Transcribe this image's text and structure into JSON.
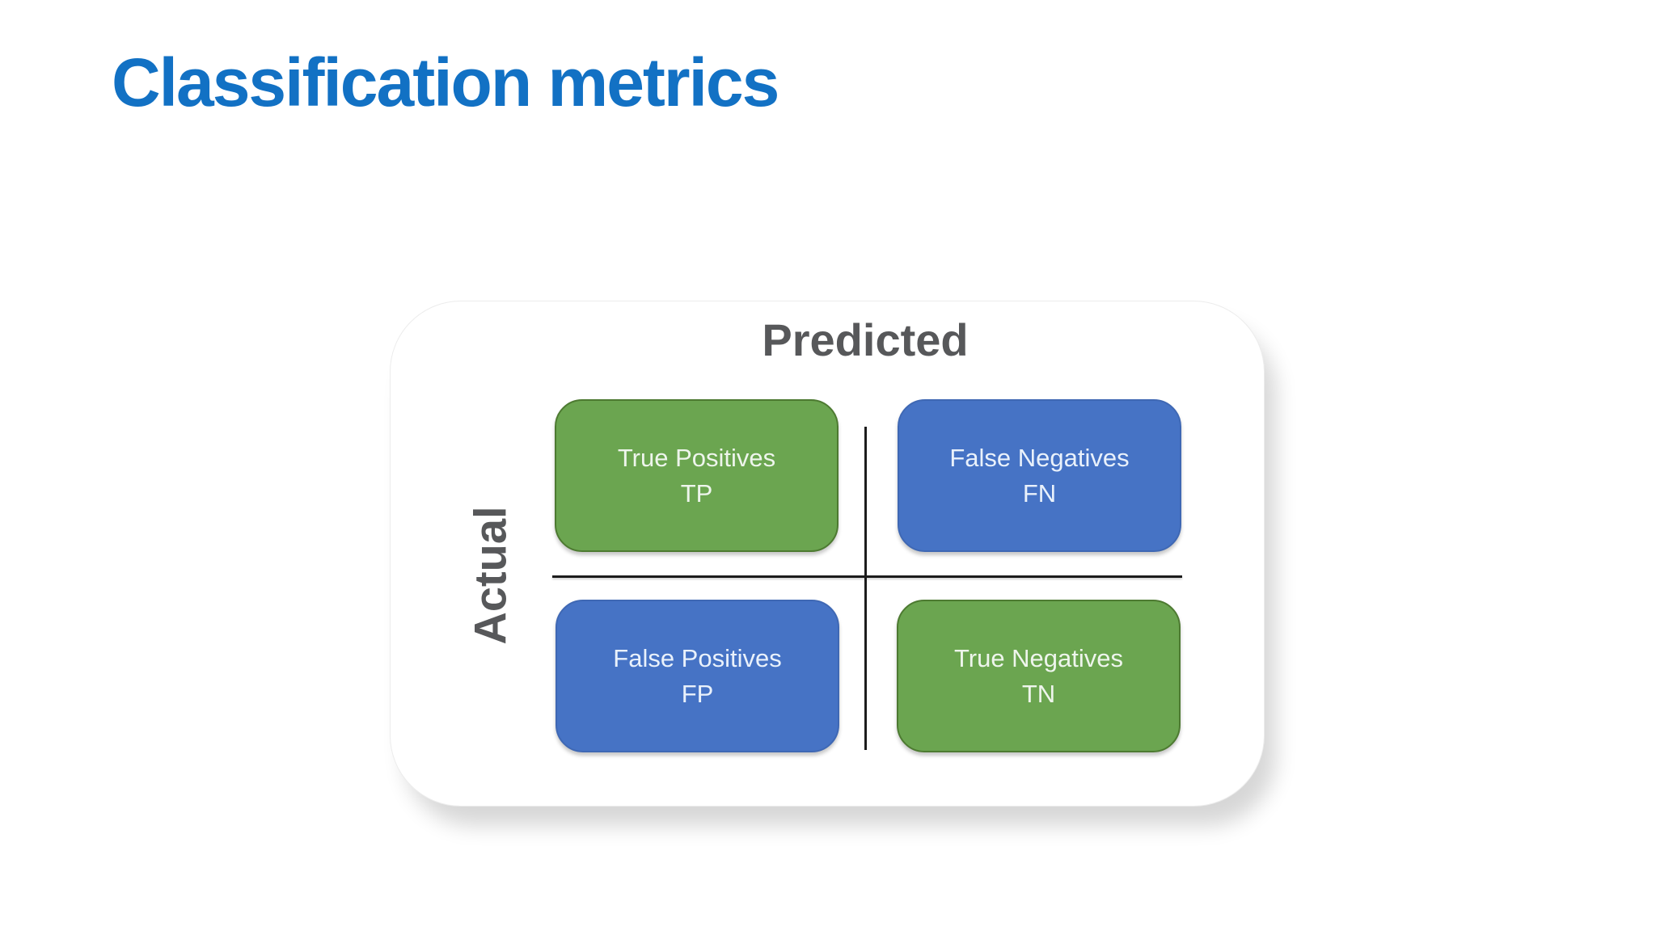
{
  "slide": {
    "title": "Classification metrics"
  },
  "theme": {
    "title_color": "#1271c4",
    "axis_label_color": "#57585a",
    "grid_line_color": "#1c1c1c",
    "card_background": "#ffffff",
    "green_fill": "#6ba550",
    "green_border": "#4d7a31",
    "blue_fill": "#4673c5",
    "blue_border": "#3f68b4",
    "cell_text_color": "#eef5ec"
  },
  "matrix": {
    "x_axis_label": "Predicted",
    "y_axis_label": "Actual",
    "cells": [
      {
        "name": "true-positives",
        "label": "True Positives",
        "abbr": "TP",
        "color": "green"
      },
      {
        "name": "false-negatives",
        "label": "False Negatives",
        "abbr": "FN",
        "color": "blue"
      },
      {
        "name": "false-positives",
        "label": "False Positives",
        "abbr": "FP",
        "color": "blue"
      },
      {
        "name": "true-negatives",
        "label": "True Negatives",
        "abbr": "TN",
        "color": "green"
      }
    ]
  }
}
